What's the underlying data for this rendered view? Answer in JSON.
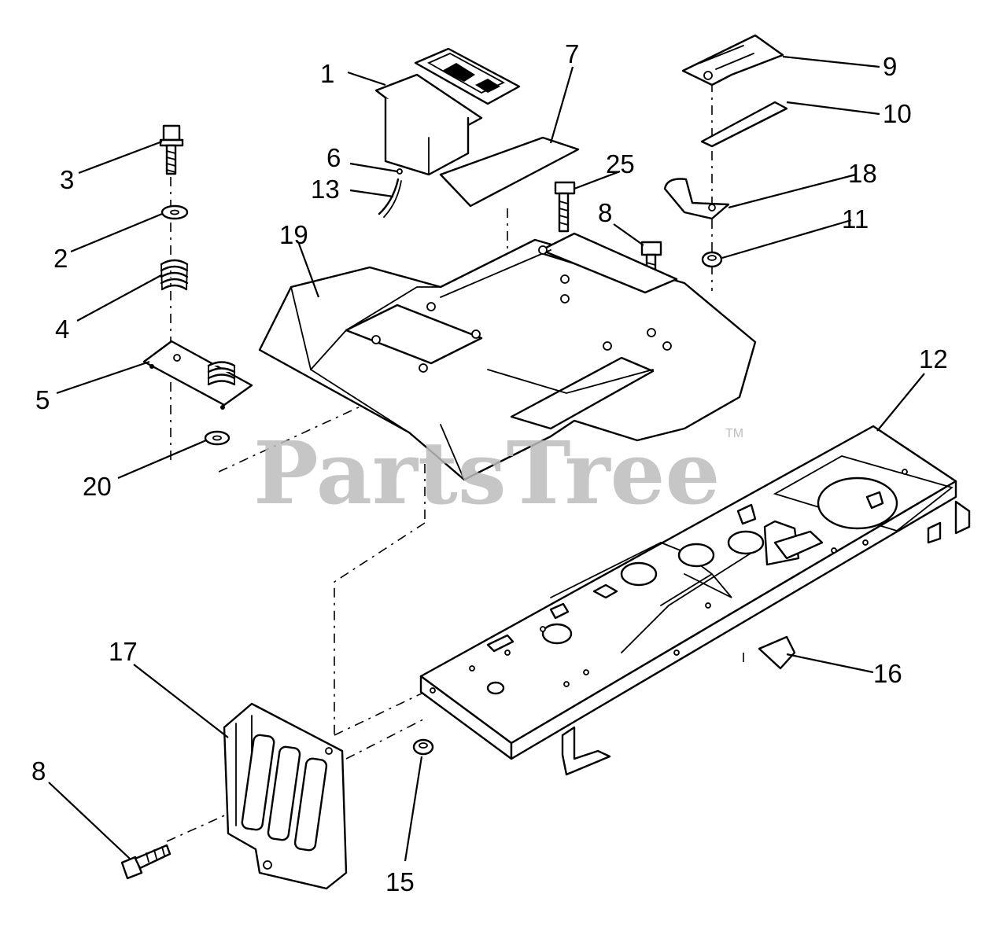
{
  "watermark": {
    "text": "PartsTree",
    "trademark": "TM"
  },
  "callouts": {
    "c1": "1",
    "c2": "2",
    "c3": "3",
    "c4": "4",
    "c5": "5",
    "c6": "6",
    "c7": "7",
    "c8a": "8",
    "c8b": "8",
    "c9": "9",
    "c10": "10",
    "c11": "11",
    "c12": "12",
    "c13": "13",
    "c15": "15",
    "c16": "16",
    "c17": "17",
    "c18": "18",
    "c19": "19",
    "c20": "20",
    "c25": "25"
  },
  "colors": {
    "line": "#000000",
    "background": "#ffffff",
    "watermark": "#bdbdbd"
  }
}
